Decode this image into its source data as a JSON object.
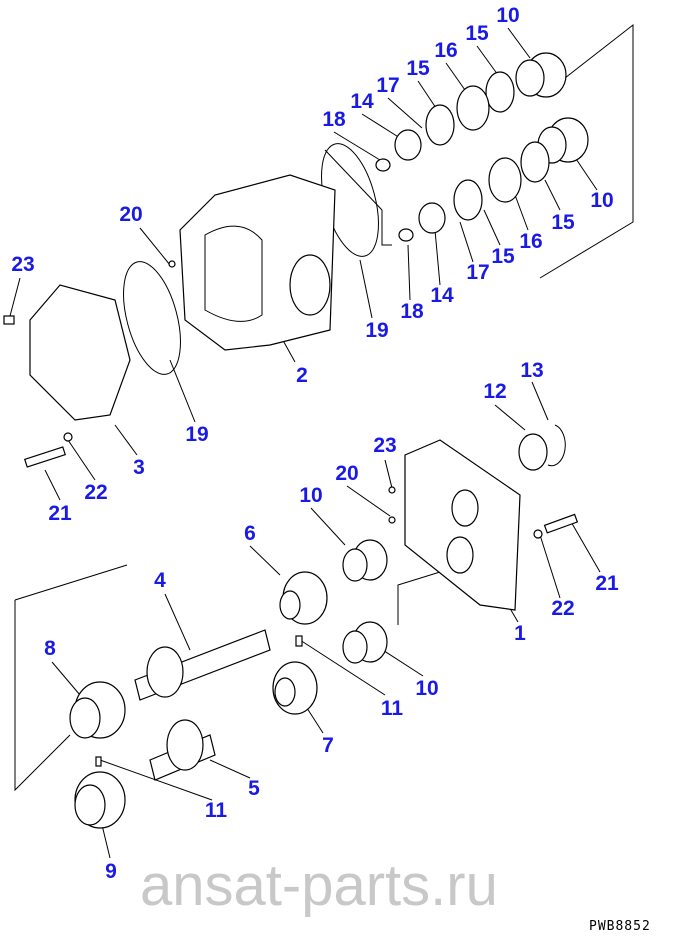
{
  "diagram": {
    "callouts": [
      "10",
      "15",
      "16",
      "15",
      "17",
      "14",
      "18",
      "10",
      "15",
      "16",
      "15",
      "17",
      "14",
      "18",
      "19",
      "20",
      "2",
      "23",
      "19",
      "3",
      "22",
      "21",
      "13",
      "12",
      "23",
      "20",
      "10",
      "6",
      "4",
      "8",
      "1",
      "22",
      "21",
      "11",
      "10",
      "7",
      "5",
      "11",
      "9"
    ],
    "watermark": "ansat-parts.ru",
    "drawing_code": "PWB8852"
  },
  "colors": {
    "callout": "#1a1ae6"
  }
}
